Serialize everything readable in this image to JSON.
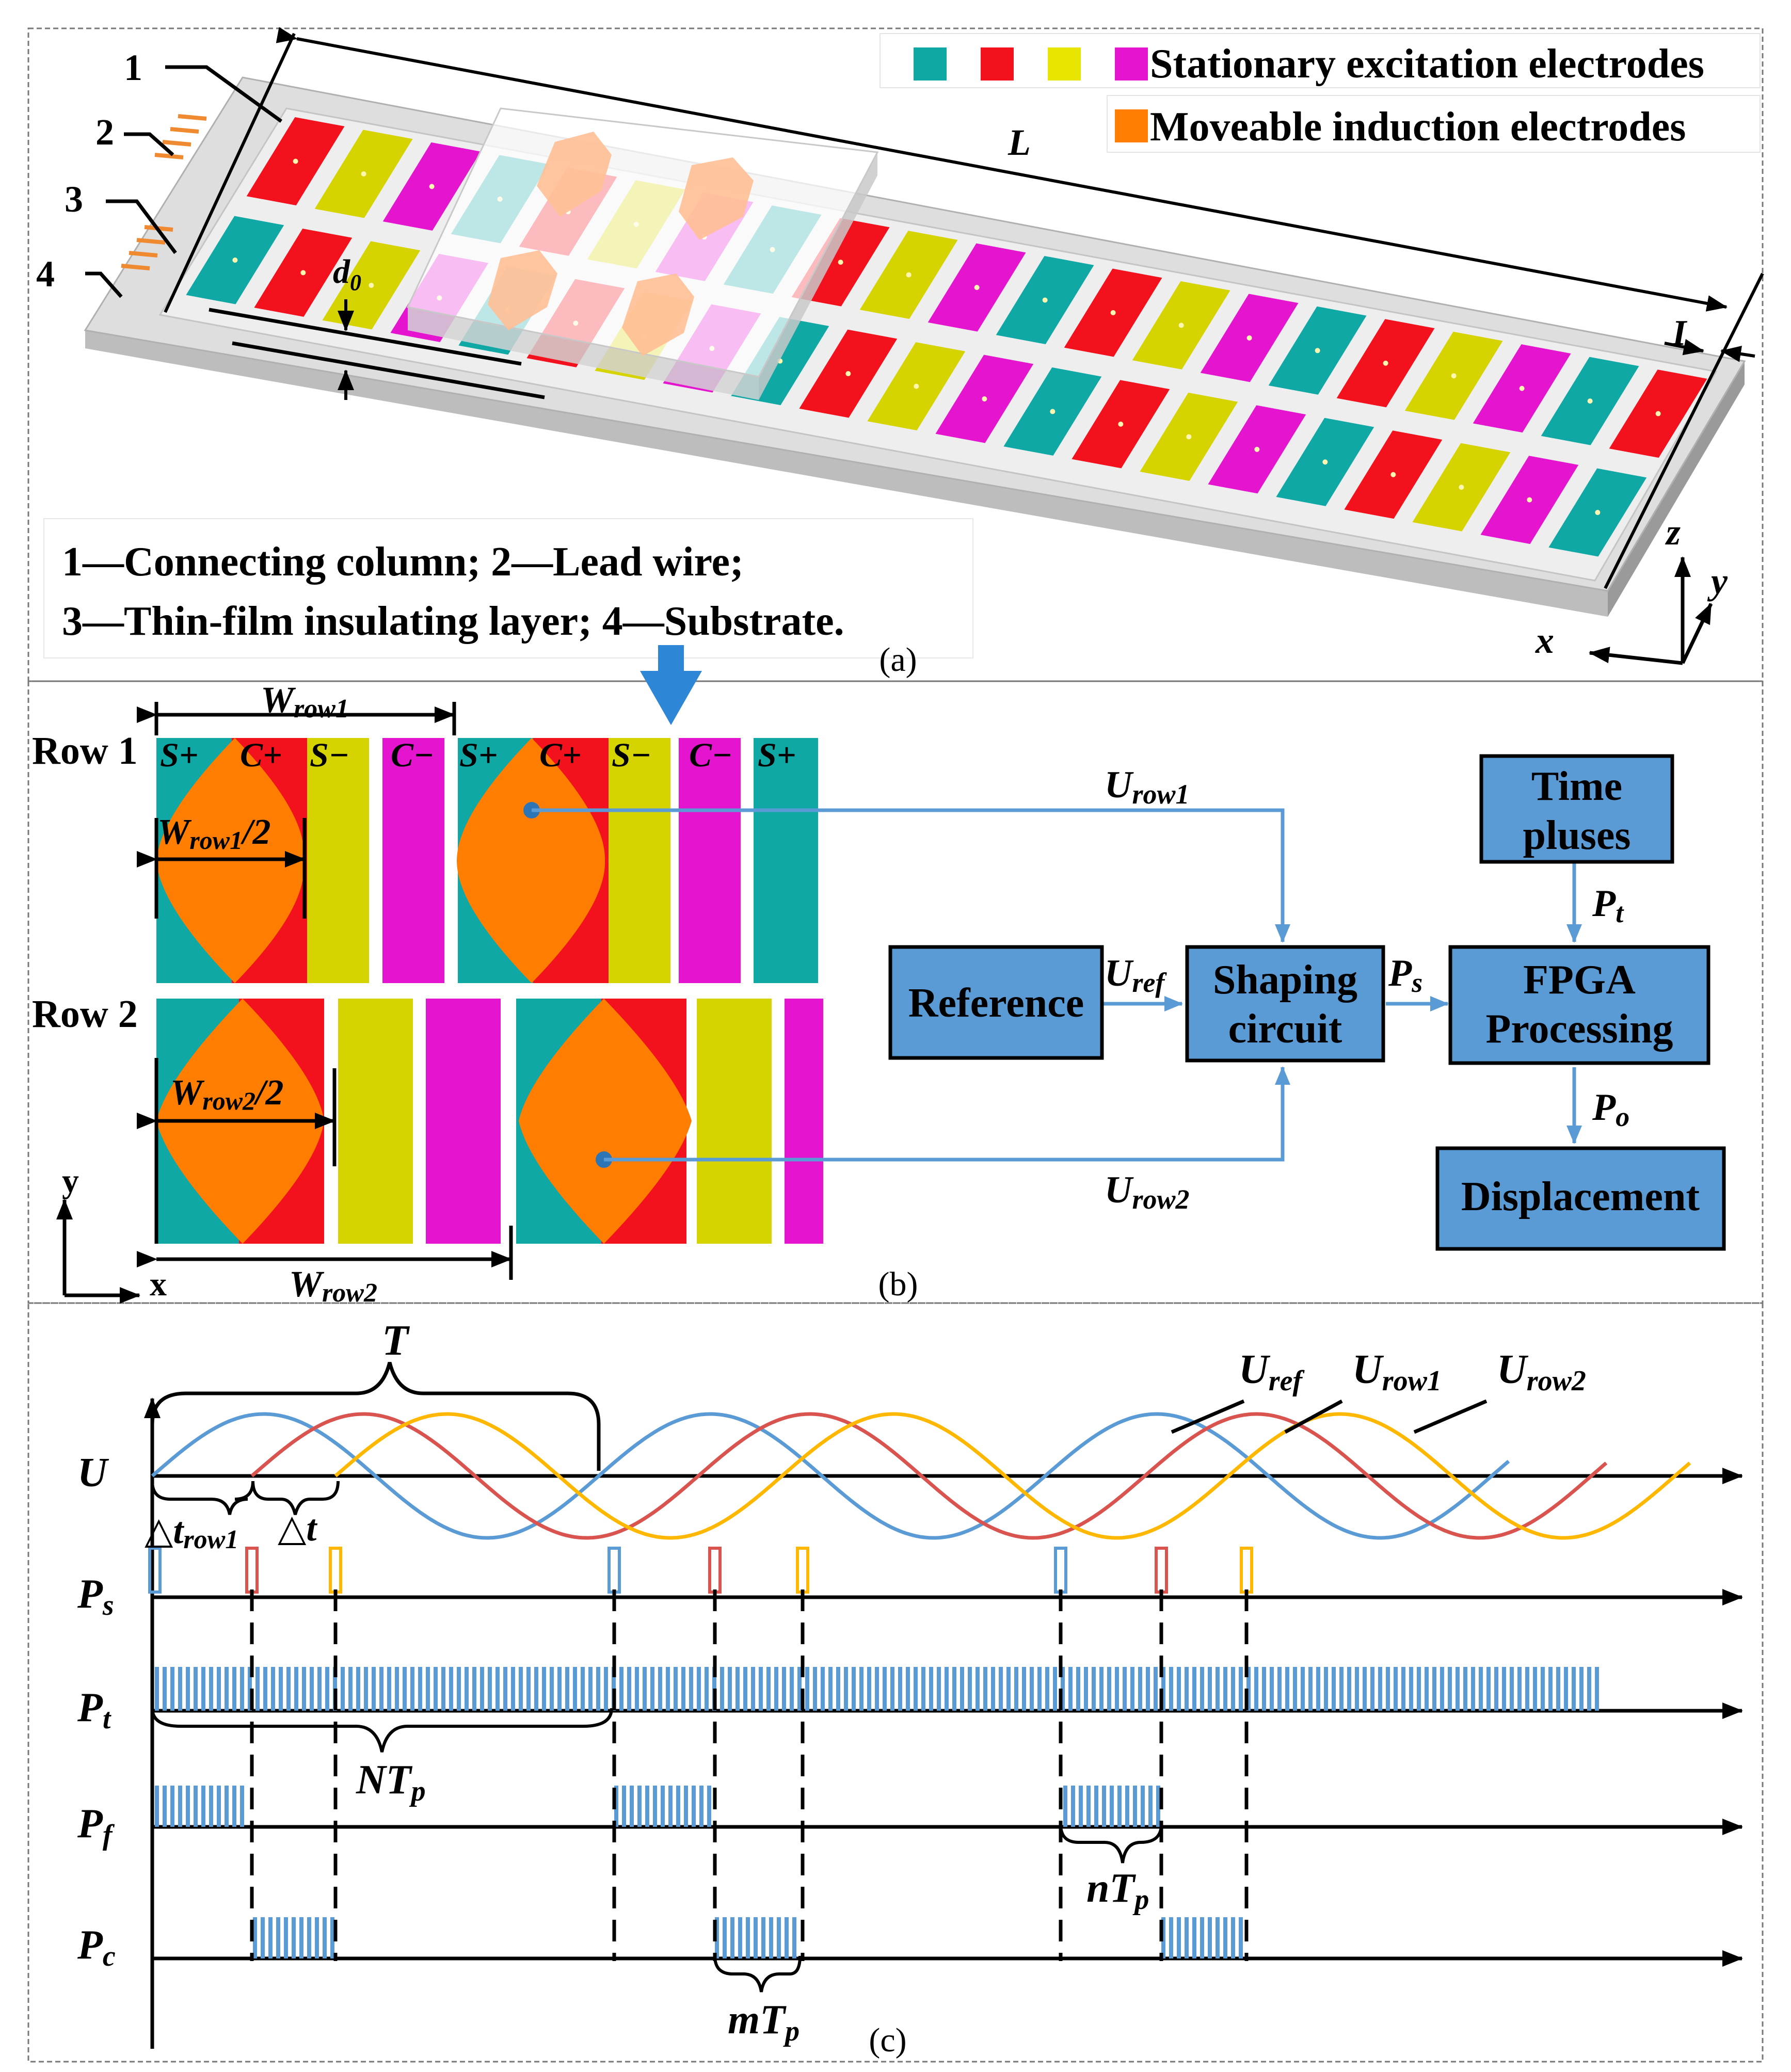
{
  "colors": {
    "cyan": "#0fa8a5",
    "red": "#f2111c",
    "yellow": "#d6d400",
    "magenta": "#e514cf",
    "orange": "#ff7d00",
    "block_blue": "#5b9bd5",
    "wave_blue": "#5b9bd5",
    "wave_red": "#d9534f",
    "wave_yellow": "#ffb700",
    "substrate": "#d8d8d8"
  },
  "panel_a": {
    "legend": {
      "stationary": "Stationary excitation electrodes",
      "moveable": "Moveable induction electrodes"
    },
    "labels": {
      "L": "L",
      "I": "I",
      "d0_main": "d",
      "d0_sub": "0",
      "n1": "1",
      "n2": "2",
      "n3": "3",
      "n4": "4",
      "z": "z",
      "y": "y",
      "x": "x"
    },
    "caption_line1": "1—Connecting column; 2—Lead wire;",
    "caption_line2": "3—Thin-film insulating layer; 4—Substrate.",
    "panel_label": "(a)"
  },
  "panel_b": {
    "row1": "Row 1",
    "row2": "Row 2",
    "electrode_labels": [
      "S+",
      "C+",
      "S−",
      "C−",
      "S+",
      "C+",
      "S−",
      "C−",
      "S+"
    ],
    "w_row1": {
      "main": "W",
      "sub": "row1"
    },
    "w_row1_half": {
      "main": "W",
      "sub": "row1",
      "tail": "/2"
    },
    "w_row2": {
      "main": "W",
      "sub": "row2"
    },
    "w_row2_half": {
      "main": "W",
      "sub": "row2",
      "tail": "/2"
    },
    "u_row1": {
      "main": "U",
      "sub": "row1"
    },
    "u_row2": {
      "main": "U",
      "sub": "row2"
    },
    "u_ref": {
      "main": "U",
      "sub": "ref"
    },
    "p_s": {
      "main": "P",
      "sub": "s"
    },
    "p_t": {
      "main": "P",
      "sub": "t"
    },
    "p_o": {
      "main": "P",
      "sub": "o"
    },
    "blocks": {
      "reference": "Reference",
      "shaping_1": "Shaping",
      "shaping_2": "circuit",
      "time_1": "Time",
      "time_2": "pluses",
      "fpga_1": "FPGA",
      "fpga_2": "Processing",
      "displacement": "Displacement"
    },
    "axis_y": "y",
    "axis_x": "x",
    "panel_label": "(b)"
  },
  "panel_c": {
    "T": "T",
    "row_labels": {
      "U": "U",
      "Ps": {
        "main": "P",
        "sub": "s"
      },
      "Pt": {
        "main": "P",
        "sub": "t"
      },
      "Pf": {
        "main": "P",
        "sub": "f"
      },
      "Pc": {
        "main": "P",
        "sub": "c"
      }
    },
    "wave_labels": {
      "u_ref": {
        "main": "U",
        "sub": "ref"
      },
      "u_row1": {
        "main": "U",
        "sub": "row1"
      },
      "u_row2": {
        "main": "U",
        "sub": "row2"
      }
    },
    "dt_row1": {
      "main": "△t",
      "sub": "row1"
    },
    "dt": "△t",
    "NTp": {
      "main": "NT",
      "sub": "p"
    },
    "nTp": {
      "main": "nT",
      "sub": "p"
    },
    "mTp": {
      "main": "mT",
      "sub": "p"
    },
    "panel_label": "(c)"
  }
}
